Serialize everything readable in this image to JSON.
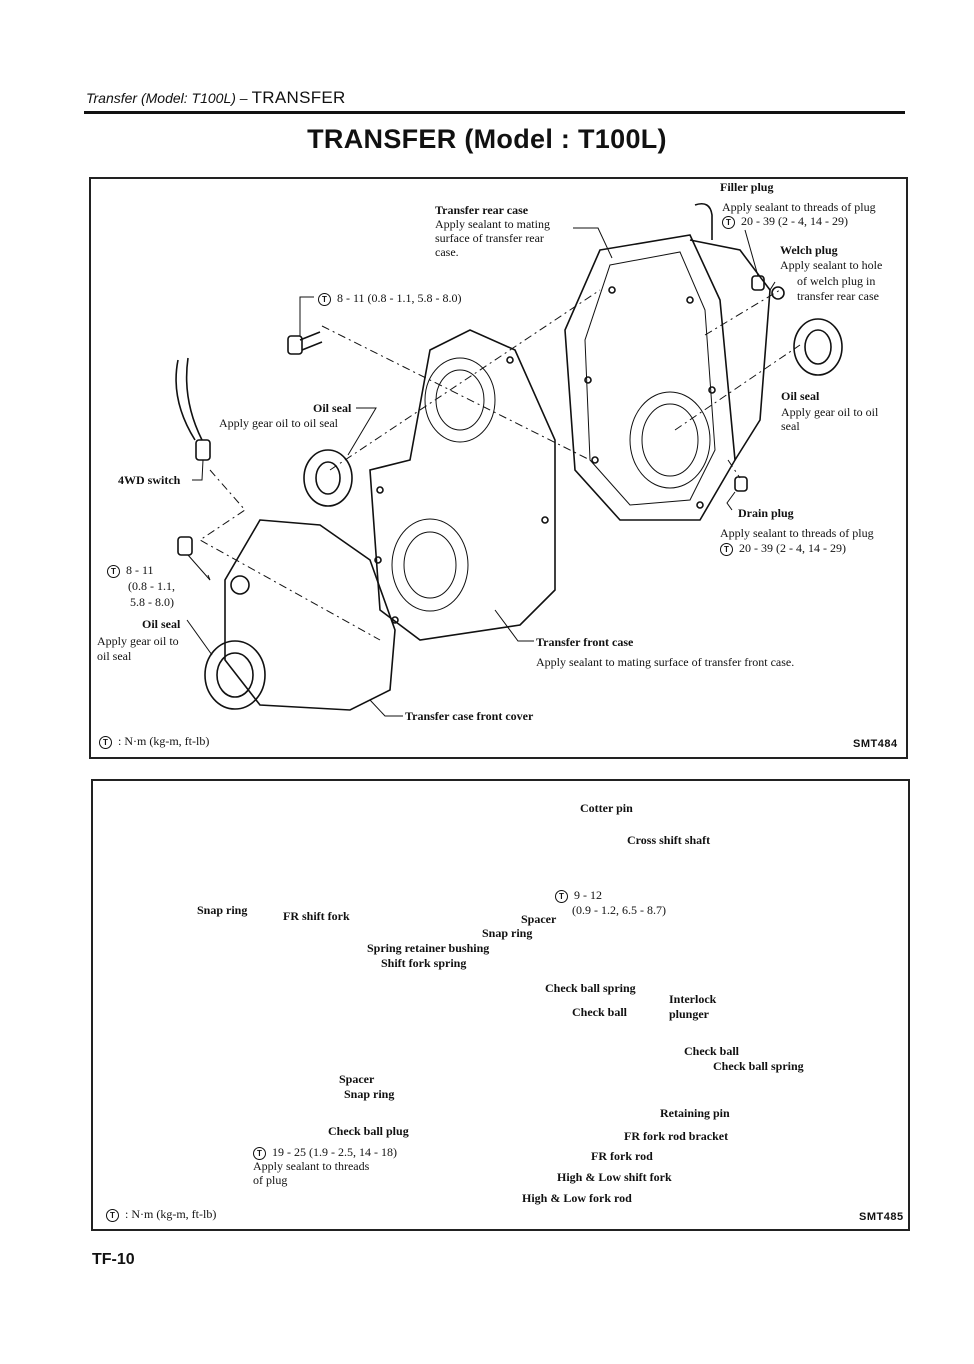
{
  "header": {
    "running_head": "Transfer (Model: T100L) –",
    "section": "TRANSFER",
    "title": "TRANSFER (Model : T100L)"
  },
  "figure1": {
    "id": "SMT484",
    "legend": "N·m (kg-m, ft-lb)",
    "torque_symbol": "T",
    "callouts": {
      "filler_plug": {
        "name": "Filler plug",
        "note": "Apply sealant to threads of plug",
        "torque": "20 - 39 (2 - 4, 14 - 29)"
      },
      "rear_case": {
        "name": "Transfer rear case",
        "note_lines": [
          "Apply sealant to mating",
          "surface of transfer rear",
          "case."
        ]
      },
      "welch_plug": {
        "name": "Welch plug",
        "note_lines": [
          "Apply sealant to hole",
          "of welch  plug in",
          "transfer rear case"
        ]
      },
      "bolt_torque_top": "8 - 11 (0.8 - 1.1, 5.8 - 8.0)",
      "oil_seal_mid": {
        "name": "Oil seal",
        "note": "Apply gear oil to oil seal"
      },
      "oil_seal_right": {
        "name": "Oil seal",
        "note_lines": [
          "Apply gear oil to oil",
          "seal"
        ]
      },
      "switch_4wd": "4WD switch",
      "drain_plug": {
        "name": "Drain plug",
        "note": "Apply sealant to threads of plug",
        "torque": "20 - 39 (2 - 4, 14 - 29)"
      },
      "bolt_torque_left": [
        "8 - 11",
        "(0.8 - 1.1,",
        "5.8 - 8.0)"
      ],
      "oil_seal_left": {
        "name": "Oil seal",
        "note_lines": [
          "Apply gear oil to",
          "oil seal"
        ]
      },
      "front_case": {
        "name": "Transfer front case",
        "note": "Apply sealant to mating surface of transfer front case."
      },
      "front_cover": "Transfer case front cover"
    }
  },
  "figure2": {
    "id": "SMT485",
    "legend": "N·m (kg-m, ft-lb)",
    "torque_symbol": "T",
    "callouts": {
      "cotter_pin": "Cotter pin",
      "cross_shift_shaft": "Cross shift shaft",
      "shaft_torque": [
        "9 - 12",
        "(0.9 - 1.2, 6.5 - 8.7)"
      ],
      "spacer_top": "Spacer",
      "snap_ring_left": "Snap ring",
      "fr_shift_fork": "FR shift fork",
      "snap_ring_mid": "Snap ring",
      "spring_retainer_bushing": "Spring retainer bushing",
      "shift_fork_spring": "Shift fork spring",
      "check_ball_spring_1": "Check ball spring",
      "check_ball_1": "Check ball",
      "interlock_plunger": [
        "Interlock",
        "plunger"
      ],
      "check_ball_2": "Check ball",
      "check_ball_spring_2": "Check ball spring",
      "spacer_bottom": "Spacer",
      "snap_ring_bottom": "Snap ring",
      "check_ball_plug": "Check ball plug",
      "plug_torque": "19 - 25 (1.9 - 2.5, 14 - 18)",
      "plug_note": [
        "Apply sealant to threads",
        "of plug"
      ],
      "retaining_pin": "Retaining pin",
      "fr_fork_rod_bracket": "FR fork rod bracket",
      "fr_fork_rod": "FR fork rod",
      "hl_shift_fork": "High & Low shift fork",
      "hl_fork_rod": "High & Low fork rod"
    }
  },
  "footer": {
    "page_number": "TF-10"
  }
}
